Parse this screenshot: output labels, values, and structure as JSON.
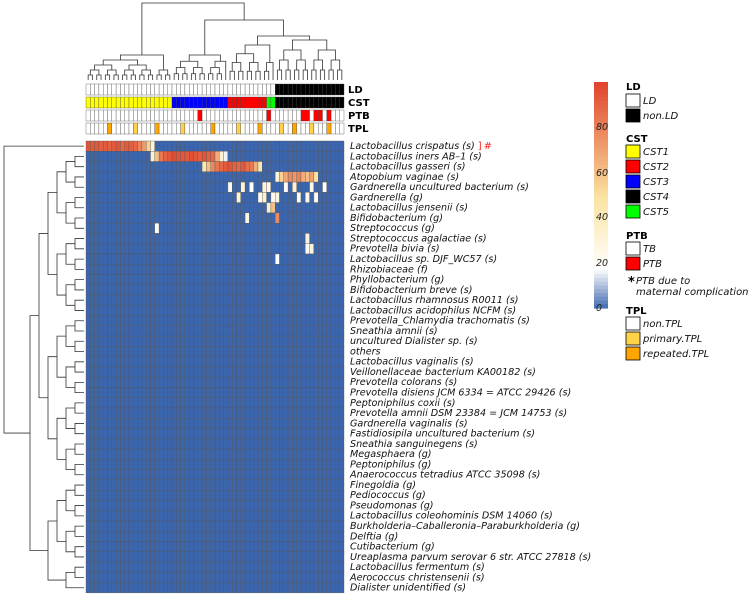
{
  "chart_data": {
    "type": "heatmap",
    "n_samples": 60,
    "rows": [
      "Lactobacillus crispatus (s)",
      "Lactobacillus iners AB–1 (s)",
      "Lactobacillus gasseri (s)",
      "Atopobium vaginae (s)",
      "Gardnerella uncultured bacterium (s)",
      "Gardnerella (g)",
      "Lactobacillus jensenii (s)",
      "Bifidobacterium (g)",
      "Streptococcus (g)",
      "Streptococcus agalactiae (s)",
      "Prevotella bivia (s)",
      "Lactobacillus sp. DJF_WC57 (s)",
      "Rhizobiaceae (f)",
      "Phyllobacterium (g)",
      "Bifidobacterium breve (s)",
      "Lactobacillus rhamnosus R0011 (s)",
      "Lactobacillus acidophilus NCFM (s)",
      "Prevotella_Chlamydia trachomatis (s)",
      "Sneathia amnii (s)",
      "uncultured Dialister sp. (s)",
      "others",
      "Lactobacillus vaginalis (s)",
      "Veillonellaceae bacterium KA00182 (s)",
      "Prevotella colorans (s)",
      "Prevotella disiens JCM 6334 = ATCC 29426 (s)",
      "Peptoniphilus coxii (s)",
      "Prevotella amnii DSM 23384 = JCM 14753 (s)",
      "Gardnerella vaginalis (s)",
      "Fastidiosipila uncultured bacterium (s)",
      "Sneathia sanguinegens (s)",
      "Megasphaera (g)",
      "Peptoniphilus (g)",
      "Anaerococcus tetradius ATCC 35098 (s)",
      "Finegoldia (g)",
      "Pediococcus (g)",
      "Pseudomonas (g)",
      "Lactobacillus coleohominis DSM 14060 (s)",
      "Burkholderia–Caballeronia–Paraburkholderia (g)",
      "Delftia (g)",
      "Cutibacterium (g)",
      "Ureaplasma parvum serovar 6 str. ATCC 27818 (s)",
      "Lactobacillus fermentum (s)",
      "Aerococcus christensenii (s)",
      "Dialister unidentified (s)"
    ],
    "row_annotation": {
      "row": 0,
      "text": "]",
      "mark": "#"
    },
    "tracks": [
      "LD",
      "CST",
      "PTB",
      "TPL"
    ],
    "colorbar": {
      "min": 0,
      "max": 90,
      "ticks": [
        "80",
        "60",
        "40",
        "20",
        "0"
      ],
      "colors": [
        "#3b65ad",
        "#ffffff",
        "#fbe3a1",
        "#e0452d"
      ]
    },
    "legend": [
      {
        "title": "LD",
        "items": [
          {
            "label": "LD",
            "color": "#ffffff"
          },
          {
            "label": "non.LD",
            "color": "#000000"
          }
        ]
      },
      {
        "title": "CST",
        "items": [
          {
            "label": "CST1",
            "color": "#ffff00"
          },
          {
            "label": "CST2",
            "color": "#ff0000"
          },
          {
            "label": "CST3",
            "color": "#0000ff"
          },
          {
            "label": "CST4",
            "color": "#000000"
          },
          {
            "label": "CST5",
            "color": "#00ff00"
          }
        ]
      },
      {
        "title": "PTB",
        "items": [
          {
            "label": "TB",
            "color": "#ffffff"
          },
          {
            "label": "PTB",
            "color": "#ff0000"
          }
        ],
        "note": [
          "PTB due to",
          "maternal complication"
        ]
      },
      {
        "title": "TPL",
        "items": [
          {
            "label": "non.TPL",
            "color": "#ffffff"
          },
          {
            "label": "primary.TPL",
            "color": "#ffd24a"
          },
          {
            "label": "repeated.TPL",
            "color": "#ffa500"
          }
        ]
      }
    ],
    "highlights": [
      {
        "row": 0,
        "cols": [
          0,
          1,
          2,
          3,
          4,
          5,
          6,
          7,
          8,
          9,
          10,
          11,
          12,
          13,
          14,
          15
        ],
        "values": [
          86,
          84,
          85,
          83,
          84,
          82,
          85,
          86,
          80,
          84,
          83,
          80,
          72,
          66,
          50,
          28
        ]
      },
      {
        "row": 1,
        "cols": [
          15,
          16,
          17,
          18,
          19,
          20,
          21,
          22,
          23,
          24,
          25,
          26,
          27,
          28,
          29,
          30,
          31,
          32
        ],
        "values": [
          30,
          55,
          76,
          82,
          85,
          88,
          86,
          85,
          84,
          87,
          85,
          83,
          86,
          82,
          80,
          60,
          30,
          15
        ]
      },
      {
        "row": 2,
        "cols": [
          27,
          28,
          29,
          30,
          31,
          32,
          33,
          34,
          35,
          36,
          37,
          38,
          39,
          40
        ],
        "values": [
          40,
          55,
          70,
          76,
          80,
          84,
          86,
          82,
          80,
          85,
          78,
          75,
          60,
          40
        ]
      },
      {
        "row": 3,
        "cols": [
          44,
          45,
          46,
          47,
          48,
          49,
          50,
          51,
          52,
          53
        ],
        "values": [
          30,
          50,
          62,
          70,
          66,
          72,
          60,
          55,
          64,
          45
        ]
      },
      {
        "row": 4,
        "cols": [
          33,
          36,
          38,
          41,
          42,
          46,
          48,
          52,
          55
        ],
        "values": [
          22,
          30,
          18,
          26,
          22,
          20,
          30,
          24,
          18
        ]
      },
      {
        "row": 5,
        "cols": [
          35,
          40,
          41,
          43,
          44,
          49,
          51,
          53
        ],
        "values": [
          28,
          20,
          30,
          22,
          26,
          18,
          24,
          20
        ]
      },
      {
        "row": 6,
        "cols": [
          42,
          43
        ],
        "values": [
          32,
          55
        ]
      },
      {
        "row": 7,
        "cols": [
          37,
          44
        ],
        "values": [
          26,
          70
        ]
      },
      {
        "row": 8,
        "cols": [
          16
        ],
        "values": [
          20
        ]
      },
      {
        "row": 9,
        "cols": [
          51
        ],
        "values": [
          30
        ]
      },
      {
        "row": 10,
        "cols": [
          51,
          52
        ],
        "values": [
          20,
          28
        ]
      },
      {
        "row": 11,
        "cols": [
          44
        ],
        "values": [
          18
        ]
      }
    ],
    "ld_nonld_cols": [
      44,
      45,
      46,
      47,
      48,
      49,
      50,
      51,
      52,
      53,
      54,
      55,
      56,
      57,
      58,
      59
    ],
    "cst_segments": [
      {
        "from": 0,
        "to": 19,
        "color": "#ffff00"
      },
      {
        "from": 20,
        "to": 32,
        "color": "#0000ff"
      },
      {
        "from": 33,
        "to": 41,
        "color": "#ff0000"
      },
      {
        "from": 42,
        "to": 43,
        "color": "#00ff00"
      },
      {
        "from": 44,
        "to": 59,
        "color": "#000000"
      }
    ],
    "ptb_red_cols": [
      26,
      42,
      50,
      51,
      53,
      54,
      56
    ],
    "tpl_cells": [
      {
        "col": 5,
        "color": "#ffa500"
      },
      {
        "col": 11,
        "color": "#ffd24a"
      },
      {
        "col": 16,
        "color": "#ffa500"
      },
      {
        "col": 22,
        "color": "#ffd24a"
      },
      {
        "col": 29,
        "color": "#ffa500"
      },
      {
        "col": 35,
        "color": "#ffd24a"
      },
      {
        "col": 40,
        "color": "#ffa500"
      },
      {
        "col": 45,
        "color": "#ffd24a"
      },
      {
        "col": 48,
        "color": "#ffa500"
      },
      {
        "col": 52,
        "color": "#ffd24a"
      },
      {
        "col": 56,
        "color": "#ffa500"
      }
    ]
  }
}
